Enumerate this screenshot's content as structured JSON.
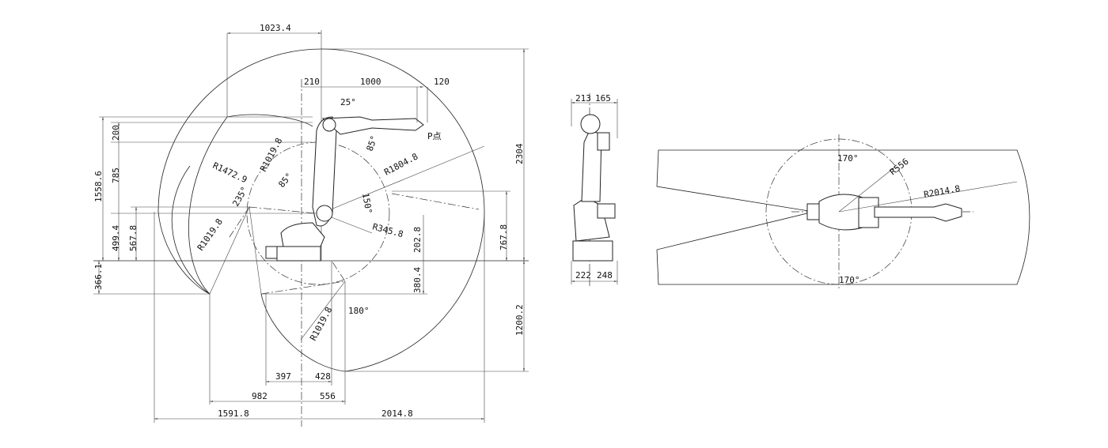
{
  "side_view": {
    "dims": {
      "d1023": "1023.4",
      "d210": "210",
      "d1000": "1000",
      "d120": "120",
      "d200": "200",
      "d785": "785",
      "d1558": "1558.6",
      "d499": "499.4",
      "d567": "567.8",
      "d366": "366.1",
      "d2304": "2304",
      "d767": "767.8",
      "d202": "202.8",
      "d380": "380.4",
      "d1200": "1200.2",
      "d397": "397",
      "d428": "428",
      "d982": "982",
      "d556": "556",
      "d1591": "1591.8",
      "d2014": "2014.8"
    },
    "radii": {
      "r1472": "R1472.9",
      "r1019a": "R1019.8",
      "r1019b": "R1019.8",
      "r1019c": "R1019.8",
      "r1804": "R1804.8",
      "r345": "R345.8"
    },
    "angles": {
      "a25": "25°",
      "a85a": "85°",
      "a85b": "85°",
      "a235": "235°",
      "a150": "150°",
      "a180": "180°"
    },
    "point_label": "P点"
  },
  "front_view": {
    "d213": "213",
    "d165": "165",
    "d222": "222",
    "d248": "248"
  },
  "top_view": {
    "a170top": "170°",
    "a170bottom": "170°",
    "r556": "R556",
    "r2014": "R2014.8"
  }
}
